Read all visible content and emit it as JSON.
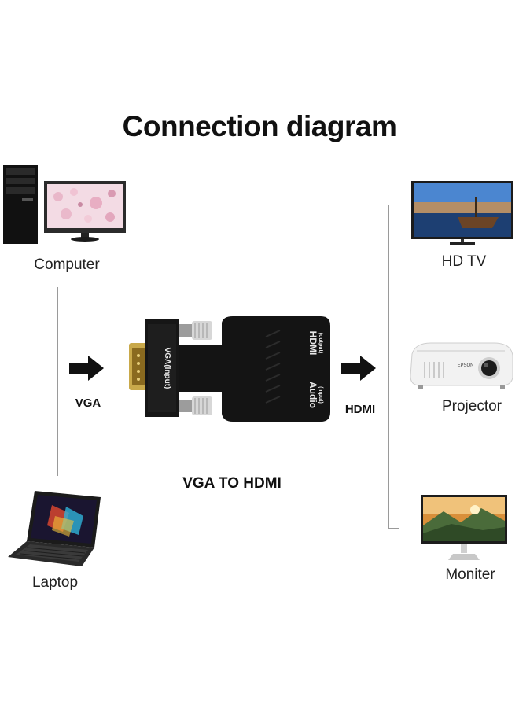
{
  "title": "Connection diagram",
  "sources": {
    "computer_label": "Computer",
    "laptop_label": "Laptop"
  },
  "input_label": "VGA",
  "output_label": "HDMI",
  "adapter": {
    "caption": "VGA TO HDMI",
    "side_text": "VGA(Input)",
    "hdmi_port_text": "HDMI",
    "hdmi_port_sub": "(output)",
    "audio_port_text": "Audio",
    "audio_port_sub": "(input)"
  },
  "destinations": {
    "tv_label": "HD TV",
    "projector_label": "Projector",
    "projector_brand": "EPSON",
    "monitor_label": "Moniter"
  },
  "colors": {
    "line": "#9a9a9a",
    "adapter_body": "#141414",
    "gold": "#c9a94a"
  }
}
